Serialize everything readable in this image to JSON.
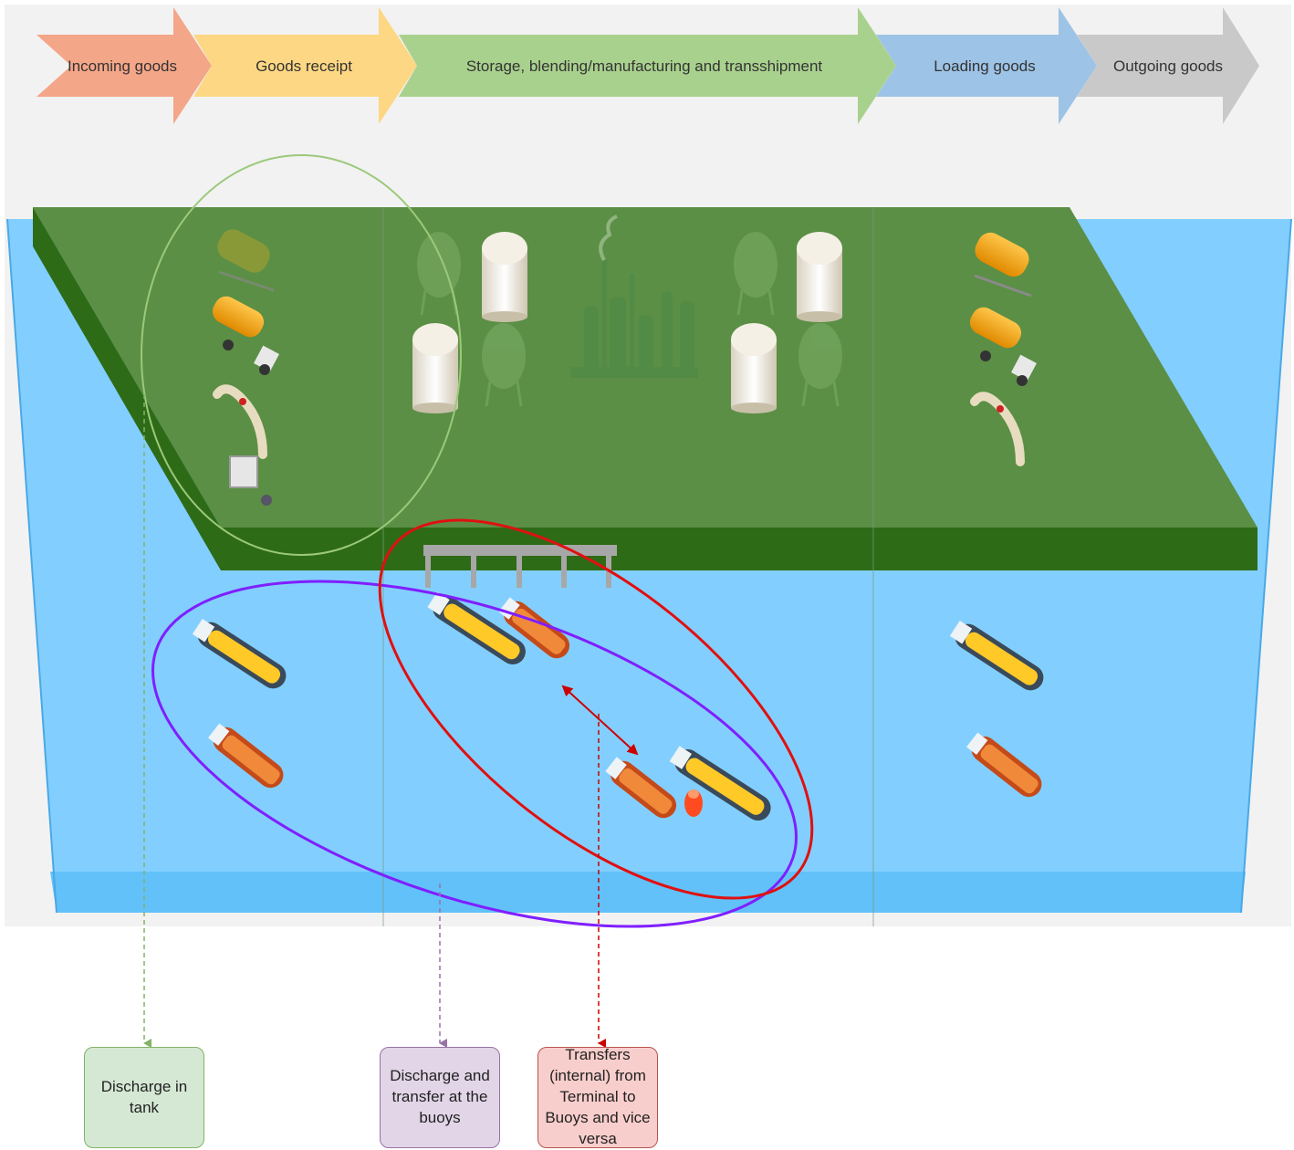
{
  "process_steps": [
    {
      "label": "Incoming goods",
      "color": "#f4a688"
    },
    {
      "label": "Goods receipt",
      "color": "#fdd783"
    },
    {
      "label": "Storage, blending/manufacturing and transshipment",
      "color": "#a9d18e"
    },
    {
      "label": "Loading goods",
      "color": "#9dc3e6"
    },
    {
      "label": "Outgoing goods",
      "color": "#c9c9c9"
    }
  ],
  "callouts": [
    {
      "label": "Discharge in tank",
      "color": "#d5e8d4",
      "border": "#82b366",
      "line_color": "#82b366"
    },
    {
      "label": "Discharge and transfer at the buoys",
      "color": "#e1d5e7",
      "border": "#9673a6",
      "line_color": "#9673a6"
    },
    {
      "label": "Transfers (internal) from Terminal to Buoys and vice versa",
      "color": "#f8cecc",
      "border": "#b85450",
      "line_color": "#cc0000"
    }
  ],
  "colors": {
    "ground_top": "#5b8f45",
    "ground_edge": "#2e6b17",
    "water": "#82cfff",
    "water_edge": "#5bbdf7",
    "band": "#f2f2f2",
    "goods_receipt_circle": "#9bc97a",
    "buoy_ellipse": "#7f1fff",
    "transfer_ellipse": "#e01010"
  }
}
